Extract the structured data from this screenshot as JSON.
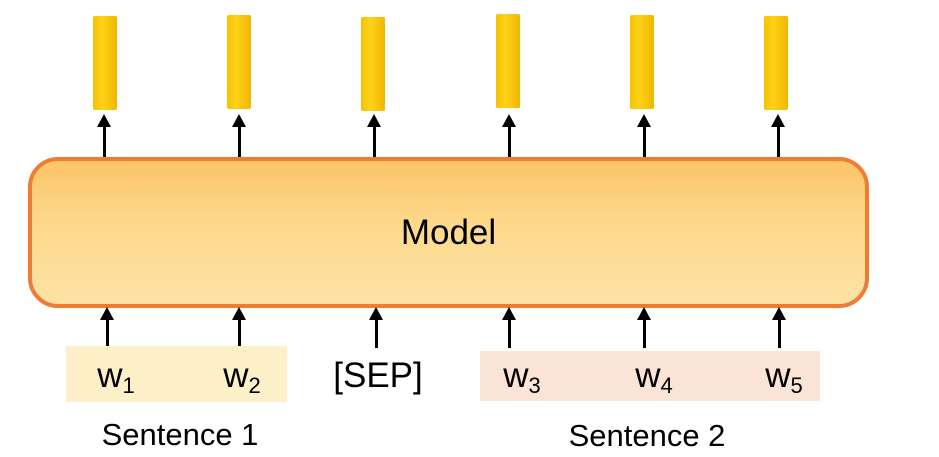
{
  "model": {
    "label": "Model"
  },
  "tokens": [
    {
      "base": "w",
      "sub": "1"
    },
    {
      "base": "w",
      "sub": "2"
    },
    {
      "base": "[SEP]",
      "sub": ""
    },
    {
      "base": "w",
      "sub": "3"
    },
    {
      "base": "w",
      "sub": "4"
    },
    {
      "base": "w",
      "sub": "5"
    }
  ],
  "sentences": [
    {
      "label": "Sentence 1"
    },
    {
      "label": "Sentence 2"
    }
  ],
  "colors": {
    "output_vector": "#f5c400",
    "model_fill": "#fdd98c",
    "model_border": "#ed7d31",
    "sentence1_bg": "#fdf0c9",
    "sentence2_bg": "#fbe3d6"
  }
}
